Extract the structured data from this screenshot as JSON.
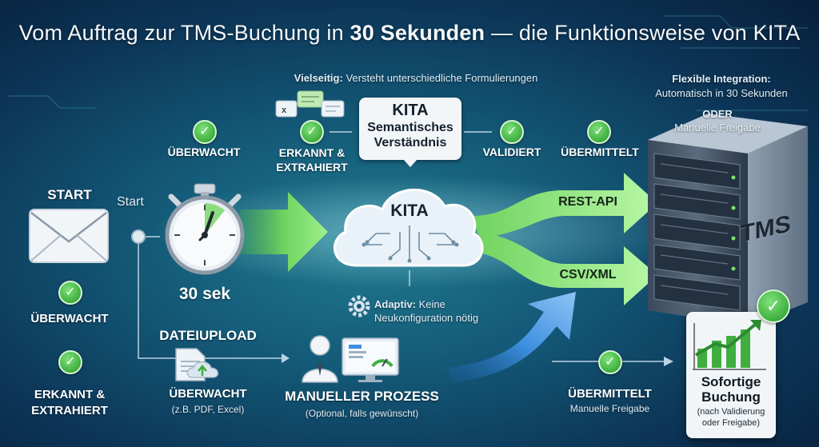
{
  "title": {
    "prefix": "Vom Auftrag zur TMS-Buchung in ",
    "highlight": "30 Sekunden",
    "suffix": " — die Funktionsweise von KITA"
  },
  "vielseitig": {
    "label": "Vielseitig:",
    "text": " Versteht unterschiedliche Formulierungen"
  },
  "flexible": {
    "label": "Flexible Integration:",
    "text": "Automatisch in 30 Sekunden"
  },
  "oder": {
    "label": "ODER",
    "text": "Manuelle Freigabe"
  },
  "kita_bubble": {
    "title": "KITA",
    "line1": "Semantisches",
    "line2": "Verständnis"
  },
  "cloud_label": "KITA",
  "steps_top": {
    "ueberwacht": "ÜBERWACHT",
    "erkannt1": "ERKANNT &",
    "erkannt2": "EXTRAHIERT",
    "validiert": "VALIDIERT",
    "uebermittelt": "ÜBERMITTELT"
  },
  "start": {
    "heading": "START",
    "side": "Start"
  },
  "left_steps": {
    "ueberwacht": "ÜBERWACHT",
    "erkannt1": "ERKANNT &",
    "erkannt2": "EXTRAHIERT"
  },
  "timer_label": "30 sek",
  "outputs": {
    "rest": "REST-API",
    "csv": "CSV/XML"
  },
  "tms_label": "TMS",
  "adaptiv": {
    "label": "Adaptiv:",
    "text1": " Keine",
    "text2": "Neukonfiguration nötig"
  },
  "dateiupload": {
    "heading": "DATEIUPLOAD",
    "status": "ÜBERWACHT",
    "hint": "(z.B. PDF, Excel)"
  },
  "manual": {
    "heading": "MANUELLER PROZESS",
    "hint": "(Optional, falls gewünscht)"
  },
  "uebermittelt_bottom": {
    "heading": "ÜBERMITTELT",
    "hint": "Manuelle Freigabe"
  },
  "sofortige": {
    "line1": "Sofortige",
    "line2": "Buchung",
    "hint1": "(nach Validierung",
    "hint2": "oder Freigabe)"
  },
  "icons": {
    "envelope": "envelope-icon",
    "stopwatch": "stopwatch-icon",
    "cloud": "cloud-icon",
    "server": "server-icon",
    "gear": "gear-icon",
    "document": "document-upload-icon",
    "person": "person-icon",
    "monitor": "dashboard-monitor-icon",
    "chart": "growth-chart-icon",
    "chat": "chat-bubbles-icon"
  },
  "colors": {
    "accent_green": "#7ee06f",
    "accent_blue": "#3d8fe0",
    "background": "#145a78"
  }
}
